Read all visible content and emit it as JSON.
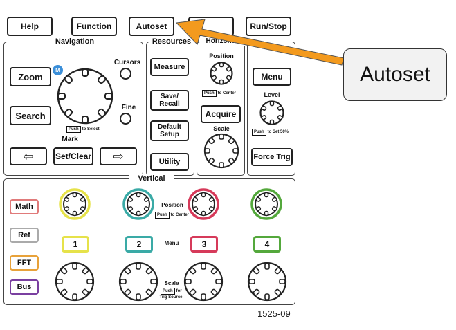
{
  "top_buttons": {
    "help": "Help",
    "function": "Function",
    "autoset": "Autoset",
    "run_stop": "Run/Stop"
  },
  "navigation": {
    "title": "Navigation",
    "zoom": "Zoom",
    "m_badge": "M",
    "cursors": "Cursors",
    "fine": "Fine",
    "search": "Search",
    "push_btn": "Push",
    "push_suffix": "to Select",
    "mark": "Mark",
    "set_clear": "Set/Clear",
    "left_arrow": "⇦",
    "right_arrow": "⇨"
  },
  "resources": {
    "title": "Resources",
    "measure": "Measure",
    "save_recall": "Save/ Recall",
    "default_setup": "Default Setup",
    "utility": "Utility"
  },
  "horizontal": {
    "title": "Horizontal",
    "position": "Position",
    "push_btn": "Push",
    "push_suffix": "to Center",
    "acquire": "Acquire",
    "scale": "Scale"
  },
  "trigger": {
    "menu": "Menu",
    "level": "Level",
    "push_btn": "Push",
    "push_suffix": "to Set 50%",
    "force_trig": "Force Trig"
  },
  "vertical": {
    "title": "Vertical",
    "math": "Math",
    "ref": "Ref",
    "fft": "FFT",
    "bus": "Bus",
    "position": "Position",
    "push_btn": "Push",
    "push_center": "to Center",
    "menu": "Menu",
    "scale": "Scale",
    "push_for": "for",
    "trig_source": "Trig Source",
    "channels": [
      "1",
      "2",
      "3",
      "4"
    ]
  },
  "colors": {
    "ch1": "#e6e24a",
    "ch2": "#3aaaa6",
    "ch3": "#d63a5a",
    "ch4": "#54a83c",
    "math": "#e07a7a",
    "fft": "#e8a23a",
    "bus": "#7a3fa0",
    "arrow": "#f39a1e",
    "m_badge": "#3b8fd9"
  },
  "callout": {
    "label": "Autoset"
  },
  "figure_id": "1525-09"
}
